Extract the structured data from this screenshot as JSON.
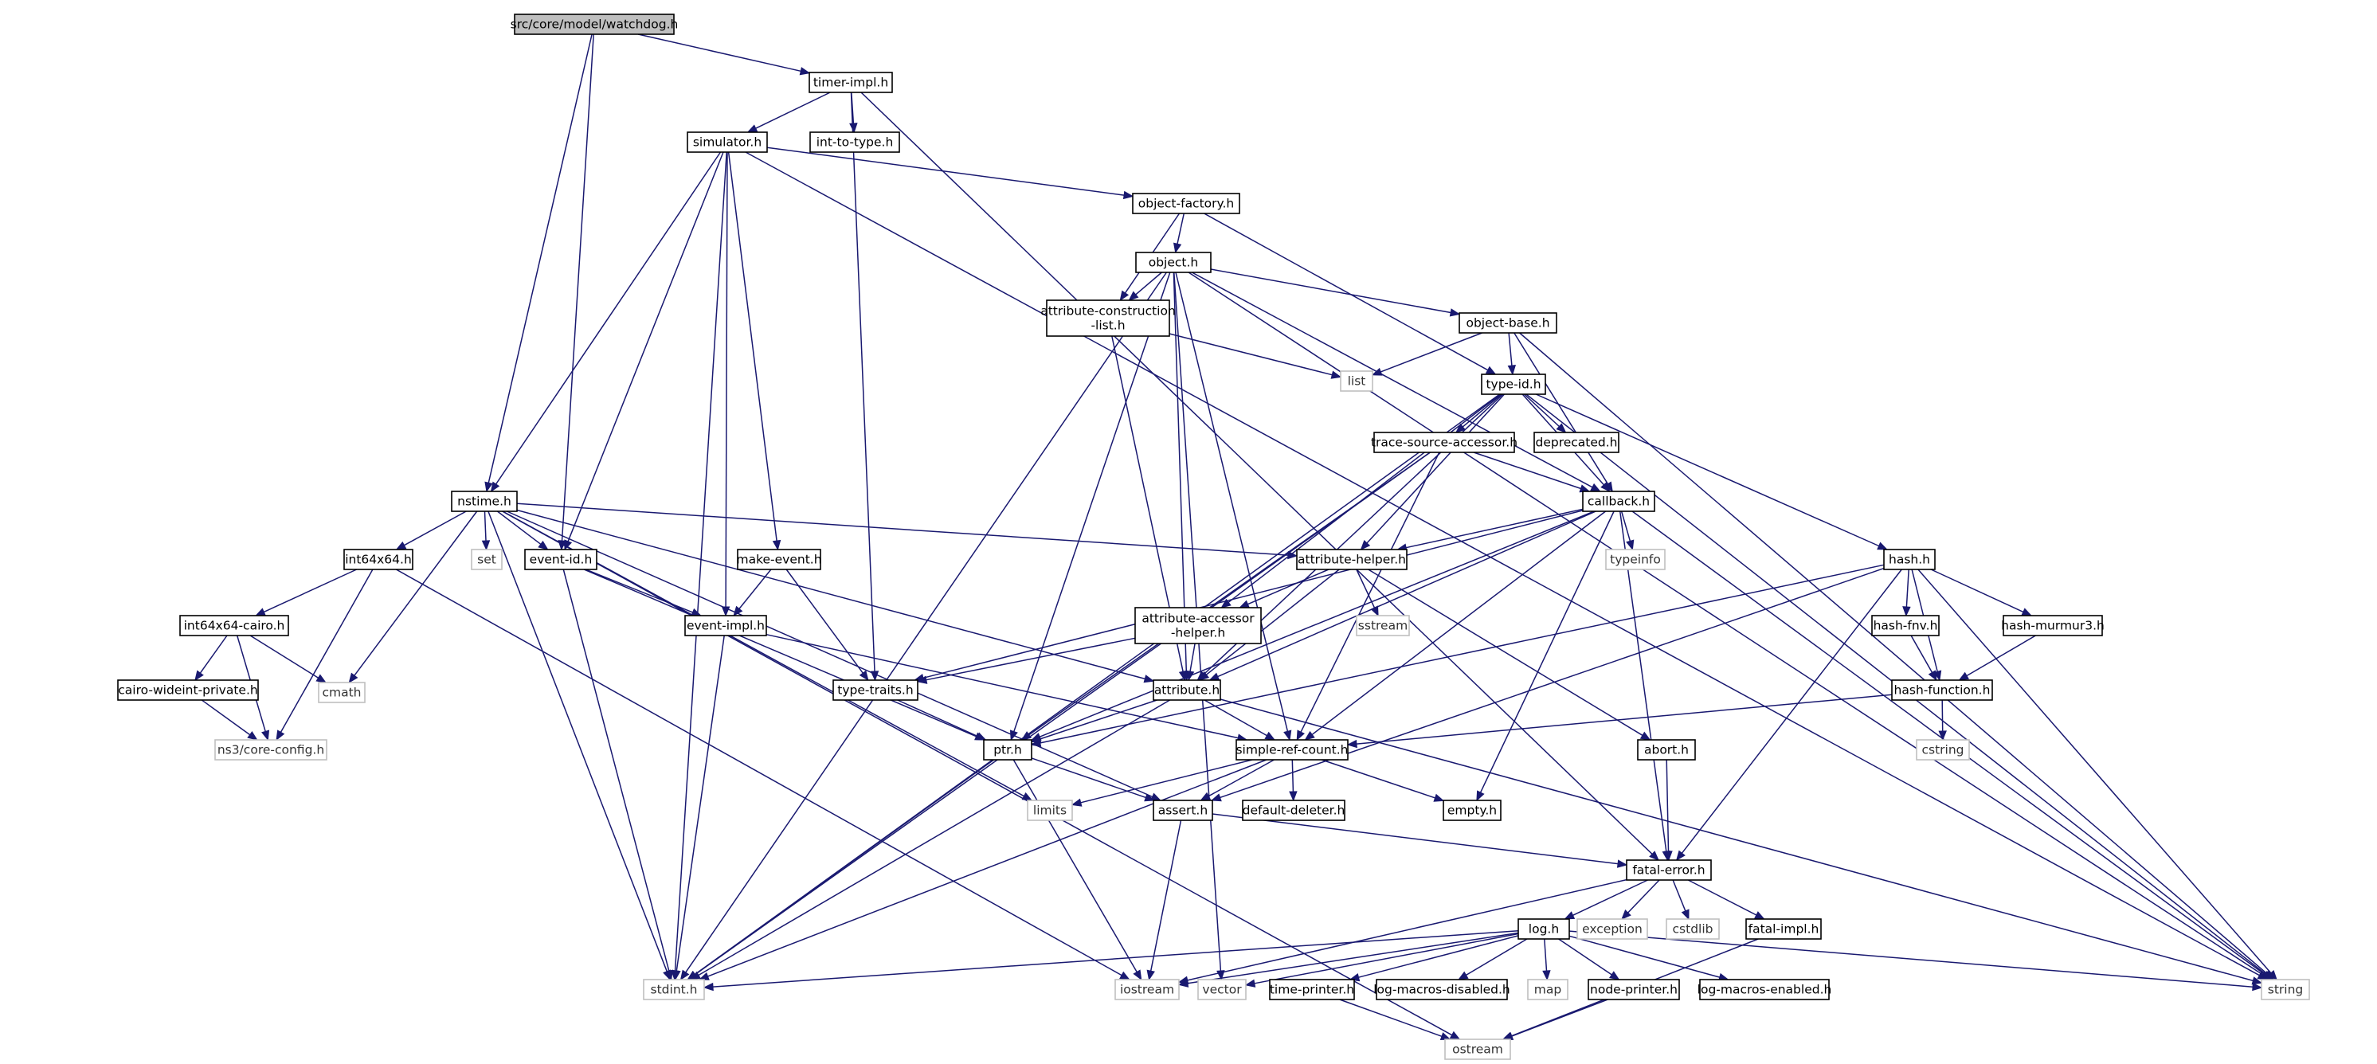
{
  "graph": {
    "root": "src/core/model/watchdog.h",
    "colors": {
      "edge": "#191970",
      "root_fill": "#bfbfbf",
      "header_border": "#000000",
      "system_border": "#bfbfbf"
    },
    "nodes": [
      {
        "id": "watchdog",
        "label": "src/core/model/watchdog.h",
        "kind": "root"
      },
      {
        "id": "timer_impl",
        "label": "timer-impl.h",
        "kind": "header"
      },
      {
        "id": "simulator",
        "label": "simulator.h",
        "kind": "header"
      },
      {
        "id": "int_to_type",
        "label": "int-to-type.h",
        "kind": "header"
      },
      {
        "id": "object_factory",
        "label": "object-factory.h",
        "kind": "header"
      },
      {
        "id": "object",
        "label": "object.h",
        "kind": "header"
      },
      {
        "id": "attr_construction",
        "label": "attribute-construction\n-list.h",
        "kind": "header"
      },
      {
        "id": "object_base",
        "label": "object-base.h",
        "kind": "header"
      },
      {
        "id": "list",
        "label": "list",
        "kind": "system"
      },
      {
        "id": "type_id",
        "label": "type-id.h",
        "kind": "header"
      },
      {
        "id": "trace_source",
        "label": "trace-source-accessor.h",
        "kind": "header"
      },
      {
        "id": "deprecated",
        "label": "deprecated.h",
        "kind": "header"
      },
      {
        "id": "callback",
        "label": "callback.h",
        "kind": "header"
      },
      {
        "id": "typeinfo",
        "label": "typeinfo",
        "kind": "system"
      },
      {
        "id": "nstime",
        "label": "nstime.h",
        "kind": "header"
      },
      {
        "id": "int64x64",
        "label": "int64x64.h",
        "kind": "header"
      },
      {
        "id": "set",
        "label": "set",
        "kind": "system"
      },
      {
        "id": "event_id",
        "label": "event-id.h",
        "kind": "header"
      },
      {
        "id": "make_event",
        "label": "make-event.h",
        "kind": "header"
      },
      {
        "id": "attr_helper",
        "label": "attribute-helper.h",
        "kind": "header"
      },
      {
        "id": "hash",
        "label": "hash.h",
        "kind": "header"
      },
      {
        "id": "int64x64_cairo",
        "label": "int64x64-cairo.h",
        "kind": "header"
      },
      {
        "id": "event_impl",
        "label": "event-impl.h",
        "kind": "header"
      },
      {
        "id": "attr_accessor",
        "label": "attribute-accessor\n-helper.h",
        "kind": "header"
      },
      {
        "id": "sstream",
        "label": "sstream",
        "kind": "system"
      },
      {
        "id": "hash_fnv",
        "label": "hash-fnv.h",
        "kind": "header"
      },
      {
        "id": "hash_murmur",
        "label": "hash-murmur3.h",
        "kind": "header"
      },
      {
        "id": "cairo_wideint",
        "label": "cairo-wideint-private.h",
        "kind": "header"
      },
      {
        "id": "cmath",
        "label": "cmath",
        "kind": "system"
      },
      {
        "id": "type_traits",
        "label": "type-traits.h",
        "kind": "header"
      },
      {
        "id": "attribute",
        "label": "attribute.h",
        "kind": "header"
      },
      {
        "id": "hash_function",
        "label": "hash-function.h",
        "kind": "header"
      },
      {
        "id": "ns3_config",
        "label": "ns3/core-config.h",
        "kind": "system"
      },
      {
        "id": "ptr",
        "label": "ptr.h",
        "kind": "header"
      },
      {
        "id": "simple_ref",
        "label": "simple-ref-count.h",
        "kind": "header"
      },
      {
        "id": "abort",
        "label": "abort.h",
        "kind": "header"
      },
      {
        "id": "cstring",
        "label": "cstring",
        "kind": "system"
      },
      {
        "id": "limits",
        "label": "limits",
        "kind": "system"
      },
      {
        "id": "assert",
        "label": "assert.h",
        "kind": "header"
      },
      {
        "id": "default_deleter",
        "label": "default-deleter.h",
        "kind": "header"
      },
      {
        "id": "empty",
        "label": "empty.h",
        "kind": "header"
      },
      {
        "id": "fatal_error",
        "label": "fatal-error.h",
        "kind": "header"
      },
      {
        "id": "exception",
        "label": "exception",
        "kind": "system"
      },
      {
        "id": "cstdlib",
        "label": "cstdlib",
        "kind": "system"
      },
      {
        "id": "fatal_impl",
        "label": "fatal-impl.h",
        "kind": "header"
      },
      {
        "id": "log",
        "label": "log.h",
        "kind": "header"
      },
      {
        "id": "stdint",
        "label": "stdint.h",
        "kind": "system"
      },
      {
        "id": "iostream",
        "label": "iostream",
        "kind": "system"
      },
      {
        "id": "vector",
        "label": "vector",
        "kind": "system"
      },
      {
        "id": "time_printer",
        "label": "time-printer.h",
        "kind": "header"
      },
      {
        "id": "log_macros_disabled",
        "label": "log-macros-disabled.h",
        "kind": "header"
      },
      {
        "id": "map",
        "label": "map",
        "kind": "system"
      },
      {
        "id": "node_printer",
        "label": "node-printer.h",
        "kind": "header"
      },
      {
        "id": "log_macros_enabled",
        "label": "log-macros-enabled.h",
        "kind": "header"
      },
      {
        "id": "string",
        "label": "string",
        "kind": "system"
      },
      {
        "id": "ostream",
        "label": "ostream",
        "kind": "system"
      }
    ],
    "edges": [
      [
        "watchdog",
        "timer_impl"
      ],
      [
        "watchdog",
        "nstime"
      ],
      [
        "watchdog",
        "event_id"
      ],
      [
        "timer_impl",
        "simulator"
      ],
      [
        "timer_impl",
        "int_to_type"
      ],
      [
        "timer_impl",
        "type_traits"
      ],
      [
        "timer_impl",
        "fatal_error"
      ],
      [
        "simulator",
        "object_factory"
      ],
      [
        "simulator",
        "nstime"
      ],
      [
        "simulator",
        "event_id"
      ],
      [
        "simulator",
        "make_event"
      ],
      [
        "simulator",
        "event_impl"
      ],
      [
        "simulator",
        "stdint"
      ],
      [
        "simulator",
        "string"
      ],
      [
        "object_factory",
        "object"
      ],
      [
        "object_factory",
        "attr_construction"
      ],
      [
        "object_factory",
        "type_id"
      ],
      [
        "object",
        "attr_construction"
      ],
      [
        "object",
        "object_base"
      ],
      [
        "object",
        "ptr"
      ],
      [
        "object",
        "attribute"
      ],
      [
        "object",
        "simple_ref"
      ],
      [
        "object",
        "stdint"
      ],
      [
        "object",
        "vector"
      ],
      [
        "object",
        "string"
      ],
      [
        "object",
        "callback"
      ],
      [
        "attr_construction",
        "list"
      ],
      [
        "attr_construction",
        "attribute"
      ],
      [
        "object_base",
        "list"
      ],
      [
        "object_base",
        "type_id"
      ],
      [
        "object_base",
        "callback"
      ],
      [
        "object_base",
        "string"
      ],
      [
        "type_id",
        "trace_source"
      ],
      [
        "type_id",
        "deprecated"
      ],
      [
        "type_id",
        "callback"
      ],
      [
        "type_id",
        "hash"
      ],
      [
        "type_id",
        "attr_helper"
      ],
      [
        "type_id",
        "attr_accessor"
      ],
      [
        "type_id",
        "attribute"
      ],
      [
        "type_id",
        "stdint"
      ],
      [
        "type_id",
        "string"
      ],
      [
        "trace_source",
        "callback"
      ],
      [
        "trace_source",
        "ptr"
      ],
      [
        "trace_source",
        "simple_ref"
      ],
      [
        "trace_source",
        "stdint"
      ],
      [
        "callback",
        "typeinfo"
      ],
      [
        "callback",
        "attr_helper"
      ],
      [
        "callback",
        "attribute"
      ],
      [
        "callback",
        "ptr"
      ],
      [
        "callback",
        "simple_ref"
      ],
      [
        "callback",
        "empty"
      ],
      [
        "callback",
        "fatal_error"
      ],
      [
        "callback",
        "type_traits"
      ],
      [
        "callback",
        "string"
      ],
      [
        "nstime",
        "int64x64"
      ],
      [
        "nstime",
        "set"
      ],
      [
        "nstime",
        "event_id"
      ],
      [
        "nstime",
        "attr_helper"
      ],
      [
        "nstime",
        "attribute"
      ],
      [
        "nstime",
        "assert"
      ],
      [
        "nstime",
        "cmath"
      ],
      [
        "nstime",
        "limits"
      ],
      [
        "nstime",
        "stdint"
      ],
      [
        "nstime",
        "ostream"
      ],
      [
        "int64x64",
        "int64x64_cairo"
      ],
      [
        "int64x64",
        "ns3_config"
      ],
      [
        "int64x64",
        "iostream"
      ],
      [
        "int64x64_cairo",
        "cairo_wideint"
      ],
      [
        "int64x64_cairo",
        "cmath"
      ],
      [
        "int64x64_cairo",
        "ns3_config"
      ],
      [
        "cairo_wideint",
        "ns3_config"
      ],
      [
        "event_id",
        "event_impl"
      ],
      [
        "event_id",
        "ptr"
      ],
      [
        "event_id",
        "stdint"
      ],
      [
        "make_event",
        "event_impl"
      ],
      [
        "make_event",
        "type_traits"
      ],
      [
        "event_impl",
        "simple_ref"
      ],
      [
        "event_impl",
        "stdint"
      ],
      [
        "attr_helper",
        "attr_accessor"
      ],
      [
        "attr_helper",
        "sstream"
      ],
      [
        "attr_helper",
        "abort"
      ],
      [
        "attr_helper",
        "attribute"
      ],
      [
        "attr_accessor",
        "attribute"
      ],
      [
        "attr_accessor",
        "type_traits"
      ],
      [
        "hash",
        "hash_fnv"
      ],
      [
        "hash",
        "hash_murmur"
      ],
      [
        "hash",
        "hash_function"
      ],
      [
        "hash",
        "ptr"
      ],
      [
        "hash",
        "assert"
      ],
      [
        "hash",
        "fatal_error"
      ],
      [
        "hash",
        "string"
      ],
      [
        "hash_fnv",
        "hash_function"
      ],
      [
        "hash_murmur",
        "hash_function"
      ],
      [
        "hash_function",
        "simple_ref"
      ],
      [
        "hash_function",
        "cstring"
      ],
      [
        "type_traits",
        "ptr"
      ],
      [
        "attribute",
        "ptr"
      ],
      [
        "attribute",
        "simple_ref"
      ],
      [
        "attribute",
        "string"
      ],
      [
        "attribute",
        "stdint"
      ],
      [
        "ptr",
        "assert"
      ],
      [
        "ptr",
        "iostream"
      ],
      [
        "ptr",
        "stdint"
      ],
      [
        "simple_ref",
        "assert"
      ],
      [
        "simple_ref",
        "default_deleter"
      ],
      [
        "simple_ref",
        "empty"
      ],
      [
        "simple_ref",
        "limits"
      ],
      [
        "simple_ref",
        "stdint"
      ],
      [
        "abort",
        "fatal_error"
      ],
      [
        "assert",
        "fatal_error"
      ],
      [
        "assert",
        "iostream"
      ],
      [
        "fatal_error",
        "log"
      ],
      [
        "fatal_error",
        "exception"
      ],
      [
        "fatal_error",
        "cstdlib"
      ],
      [
        "fatal_error",
        "fatal_impl"
      ],
      [
        "fatal_error",
        "iostream"
      ],
      [
        "fatal_impl",
        "ostream"
      ],
      [
        "log",
        "stdint"
      ],
      [
        "log",
        "iostream"
      ],
      [
        "log",
        "vector"
      ],
      [
        "log",
        "time_printer"
      ],
      [
        "log",
        "log_macros_disabled"
      ],
      [
        "log",
        "map"
      ],
      [
        "log",
        "node_printer"
      ],
      [
        "log",
        "log_macros_enabled"
      ],
      [
        "log",
        "string"
      ],
      [
        "time_printer",
        "ostream"
      ],
      [
        "node_printer",
        "ostream"
      ]
    ]
  }
}
